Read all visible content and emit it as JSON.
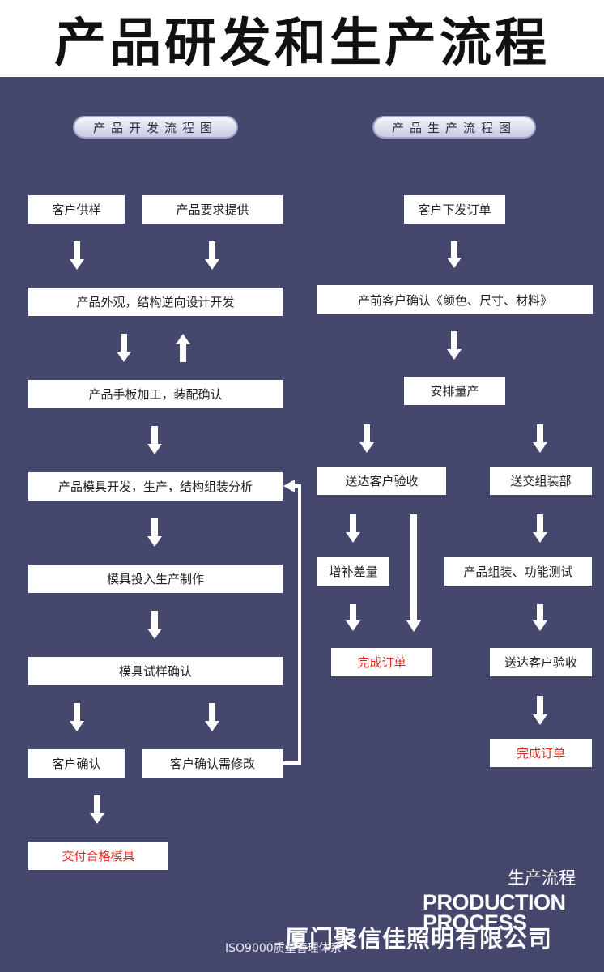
{
  "title": "产品研发和生产流程",
  "sections": {
    "development_title": "产品开发流程图",
    "production_title": "产品生产流程图"
  },
  "development": {
    "client_sample": "客户供样",
    "requirements": "产品要求提供",
    "design": "产品外观，结构逆向设计开发",
    "prototype": "产品手板加工，装配确认",
    "mold_dev": "产品模具开发，生产，结构组装分析",
    "mold_production": "模具投入生产制作",
    "mold_trial": "模具试样确认",
    "client_confirm": "客户确认",
    "client_modify": "客户确认需修改",
    "deliver_mold": "交付合格模具"
  },
  "production": {
    "order": "客户下发订单",
    "pre_confirm": "产前客户确认《颜色、尺寸、材料》",
    "mass_production": "安排量产",
    "deliver_inspect": "送达客户验收",
    "to_assembly": "送交组装部",
    "supplement": "增补差量",
    "assembly_test": "产品组装、功能测试",
    "complete_1": "完成订单",
    "deliver_inspect_2": "送达客户验收",
    "complete_2": "完成订单"
  },
  "footer": {
    "cn_label": "生产流程",
    "en_line1": "PRODUCTION",
    "en_line2": "PROCESS",
    "company": "厦门聚信佳照明有限公司",
    "iso": "ISO9000质量管理体系"
  },
  "colors": {
    "background": "#46476d",
    "box": "#ffffff",
    "highlight_text": "#e8231d"
  }
}
